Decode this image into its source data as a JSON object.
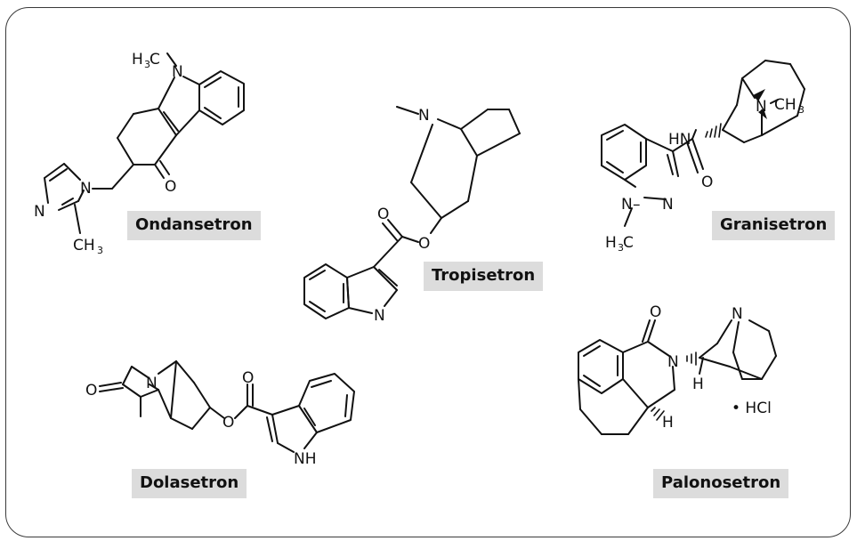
{
  "compounds": [
    {
      "name": "Ondansetron"
    },
    {
      "name": "Tropisetron"
    },
    {
      "name": "Granisetron"
    },
    {
      "name": "Dolasetron"
    },
    {
      "name": "Palonosetron"
    }
  ],
  "atoms": {
    "h3c": "H3C",
    "ch3": "CH3",
    "n": "N",
    "o": "O",
    "hn": "HN",
    "nh": "NH",
    "h": "H",
    "salt": "• HCl"
  }
}
